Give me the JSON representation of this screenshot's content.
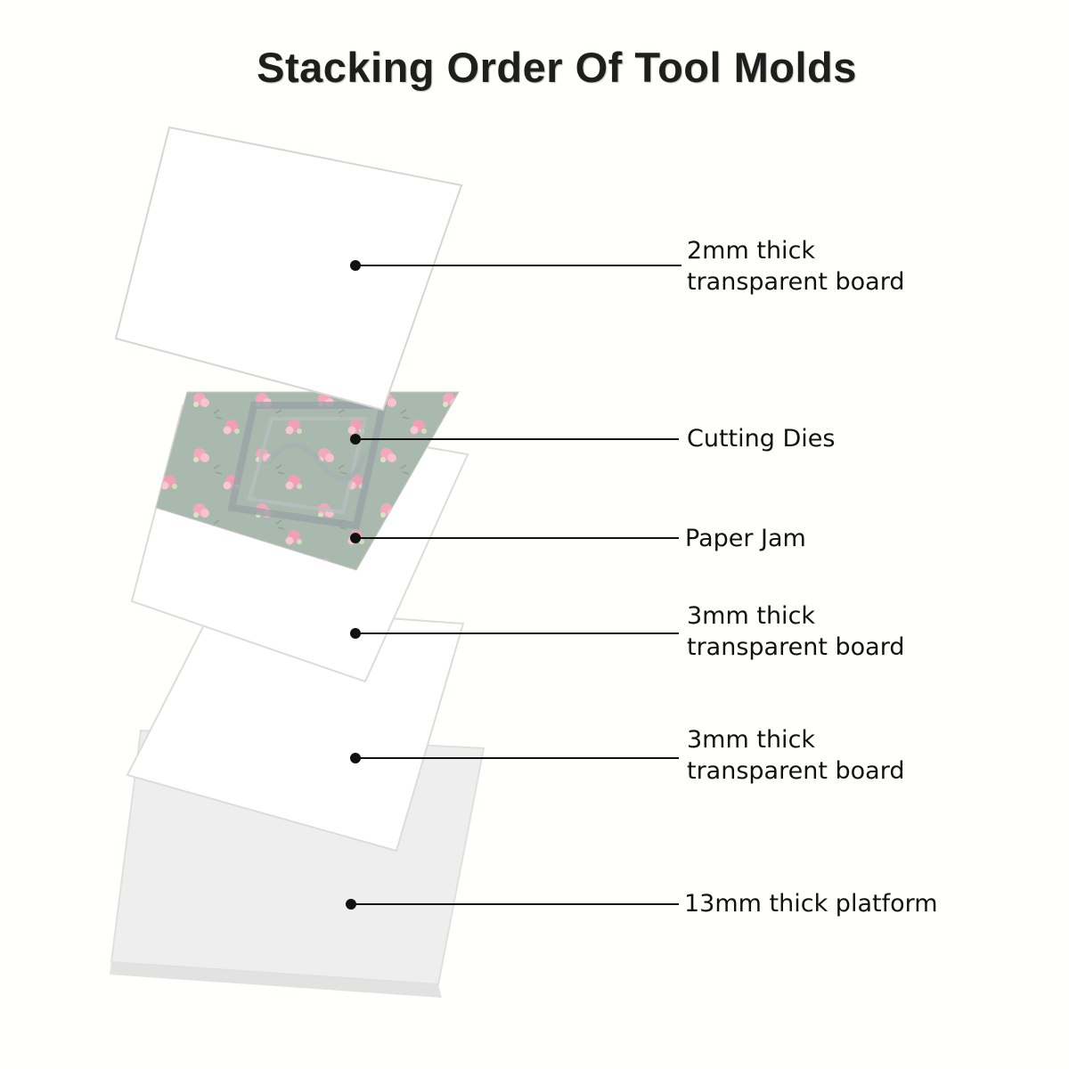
{
  "title": "Stacking Order Of Tool Molds",
  "layers": [
    {
      "id": "top-board",
      "lines": [
        "2mm thick",
        "transparent board"
      ]
    },
    {
      "id": "cutting-dies",
      "lines": [
        "Cutting Dies"
      ]
    },
    {
      "id": "paper-jam",
      "lines": [
        "Paper Jam"
      ]
    },
    {
      "id": "middle-board",
      "lines": [
        "3mm thick",
        "transparent board"
      ]
    },
    {
      "id": "lower-board",
      "lines": [
        "3mm thick",
        "transparent board"
      ]
    },
    {
      "id": "platform",
      "lines": [
        "13mm thick platform"
      ]
    }
  ],
  "colors": {
    "board": "#ffffff",
    "board_edge": "#d9d9d9",
    "paper": "#a9b8ad",
    "rose": "#f0a6b8",
    "die_metal": "#9aa3a6",
    "leader_line": "#111111"
  }
}
